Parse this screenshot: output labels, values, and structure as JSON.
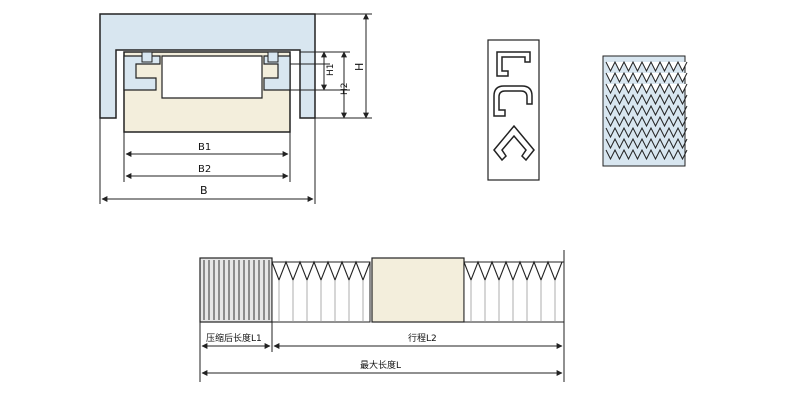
{
  "colors": {
    "cover_fill": "#d8e6f0",
    "guide_fill": "#f3eedc",
    "line": "#222222",
    "pleat_fill": "#ffffff",
    "grey_pleats": "#cfcfcf"
  },
  "cross_section": {
    "label_h": "H",
    "label_h1": "H1",
    "label_h2": "H2",
    "label_b1": "B1",
    "label_b2": "B2",
    "label_b": "B"
  },
  "bellows": {
    "label_compressed": "压缩后长度L1",
    "label_stroke": "行程L2",
    "label_max": "最大长度L"
  }
}
